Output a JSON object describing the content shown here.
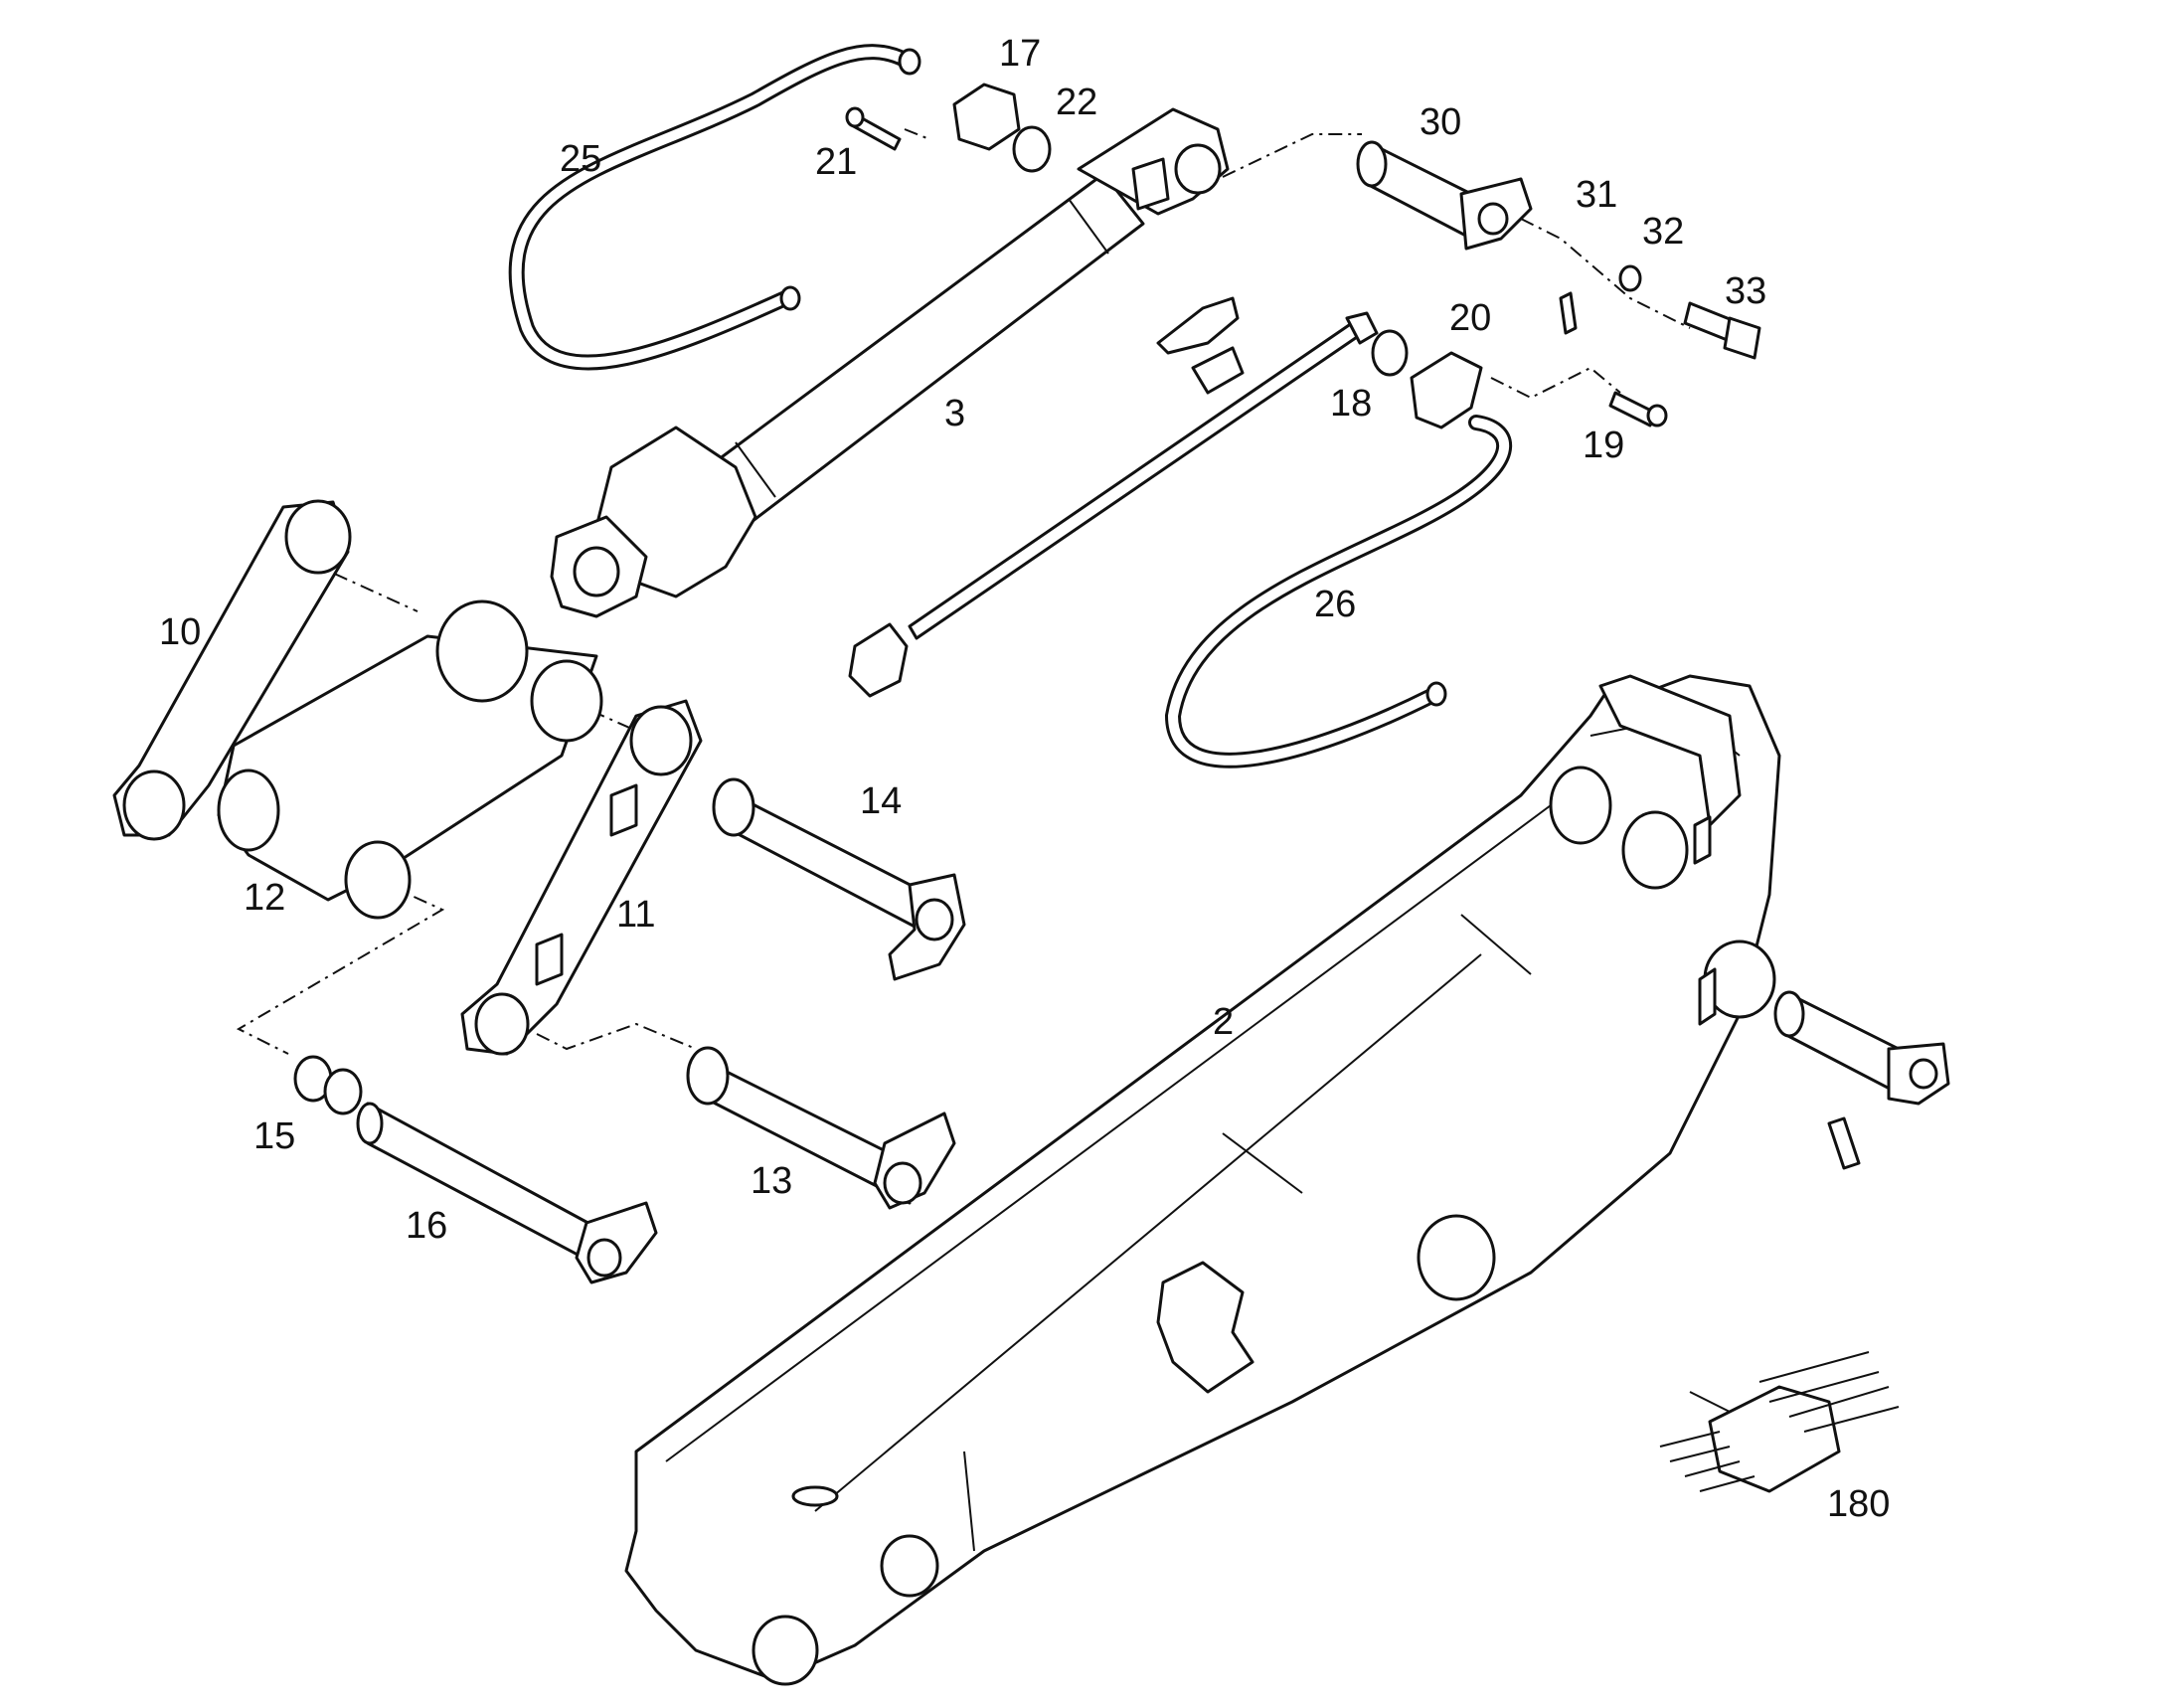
{
  "diagram": {
    "parts": [
      {
        "id": "boom",
        "label": "2"
      },
      {
        "id": "cylinder",
        "label": "3"
      },
      {
        "id": "link-left",
        "label": "10"
      },
      {
        "id": "link-right",
        "label": "11"
      },
      {
        "id": "rocker",
        "label": "12"
      },
      {
        "id": "pin-13",
        "label": "13"
      },
      {
        "id": "pin-14",
        "label": "14"
      },
      {
        "id": "seal-rings",
        "label": "15"
      },
      {
        "id": "pin-16",
        "label": "16"
      },
      {
        "id": "flange-17",
        "label": "17"
      },
      {
        "id": "oring-18",
        "label": "18"
      },
      {
        "id": "screw-19",
        "label": "19"
      },
      {
        "id": "flange-20",
        "label": "20"
      },
      {
        "id": "screw-21",
        "label": "21"
      },
      {
        "id": "oring-22",
        "label": "22"
      },
      {
        "id": "hose-25",
        "label": "25"
      },
      {
        "id": "hose-26",
        "label": "26"
      },
      {
        "id": "pin-30",
        "label": "30"
      },
      {
        "id": "clip-31",
        "label": "31"
      },
      {
        "id": "washer-32",
        "label": "32"
      },
      {
        "id": "bolt-33",
        "label": "33"
      },
      {
        "id": "manifold",
        "label": "180"
      }
    ]
  }
}
